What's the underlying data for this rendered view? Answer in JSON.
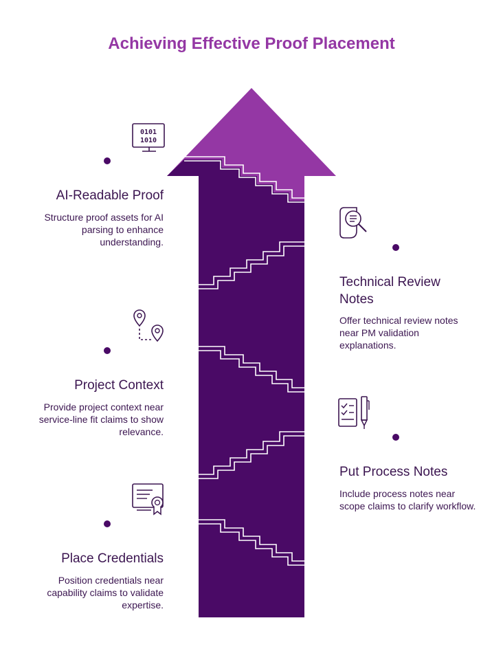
{
  "title": "Achieving Effective Proof Placement",
  "colors": {
    "title": "#9437a4",
    "arrow_head": "#9437a4",
    "arrow_shaft": "#4a0a66",
    "text": "#3b1550"
  },
  "steps": [
    {
      "heading": "AI-Readable Proof",
      "description": "Structure proof assets for AI parsing to enhance understanding.",
      "icon": "binary-code-monitor-icon",
      "side": "left"
    },
    {
      "heading": "Technical Review Notes",
      "description": "Offer technical review notes near PM validation explanations.",
      "icon": "document-search-icon",
      "side": "right"
    },
    {
      "heading": "Project Context",
      "description": "Provide project context near service-line fit claims to show relevance.",
      "icon": "map-route-pins-icon",
      "side": "left"
    },
    {
      "heading": "Put Process Notes",
      "description": "Include process notes near scope claims to clarify workflow.",
      "icon": "checklist-pen-icon",
      "side": "right"
    },
    {
      "heading": "Place Credentials",
      "description": "Position credentials near capability claims to validate expertise.",
      "icon": "certificate-badge-icon",
      "side": "left"
    }
  ]
}
